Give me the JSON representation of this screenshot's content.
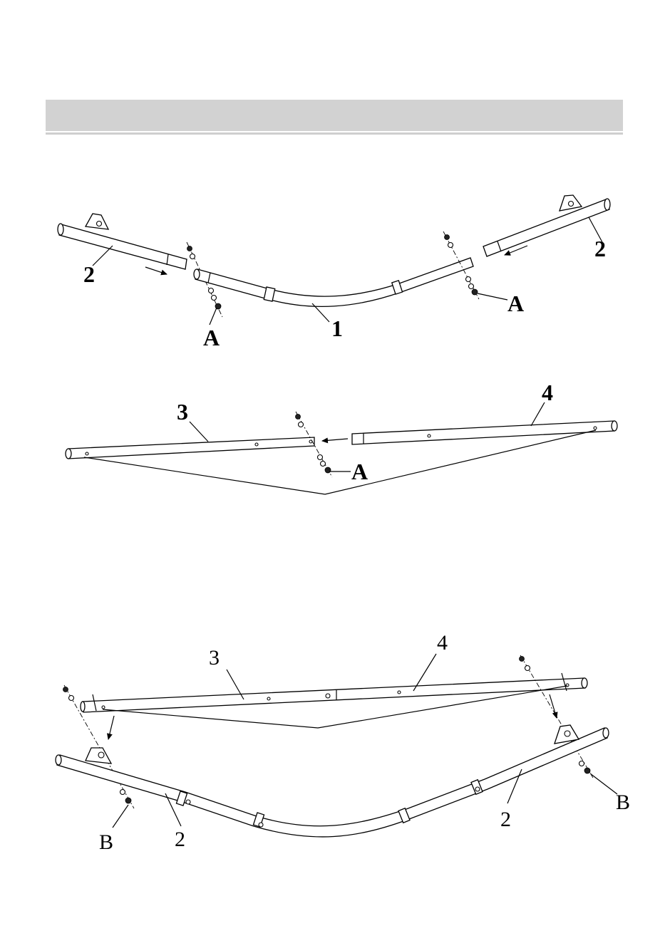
{
  "header": {
    "title": ""
  },
  "colors": {
    "header_bar": "#d2d2d2",
    "rule": "#cfcfcf",
    "lines": "#000000"
  },
  "step1": {
    "labels": {
      "part_left": "2",
      "part_right": "2",
      "part_center": "1",
      "hardware_left": "A",
      "hardware_right": "A"
    }
  },
  "step2": {
    "labels": {
      "part_left": "3",
      "part_right": "4",
      "hardware": "A"
    }
  },
  "step3": {
    "labels": {
      "part_top_left": "3",
      "part_top_right": "4",
      "part_bottom_left": "2",
      "part_bottom_right": "2",
      "hardware_left": "B",
      "hardware_right": "B"
    }
  }
}
